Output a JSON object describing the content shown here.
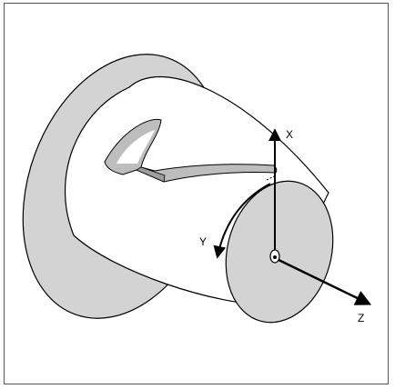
{
  "diagram": {
    "axes": {
      "x_label": "X",
      "y_label": "Y",
      "z_label": "Z"
    },
    "colors": {
      "flange": "#d3d3d3",
      "cylinder_body": "#ffffff",
      "end_face": "#d3d3d3",
      "slot_wall": "#bdbdbd",
      "outline": "#000000",
      "frame_border": "#555555"
    }
  }
}
